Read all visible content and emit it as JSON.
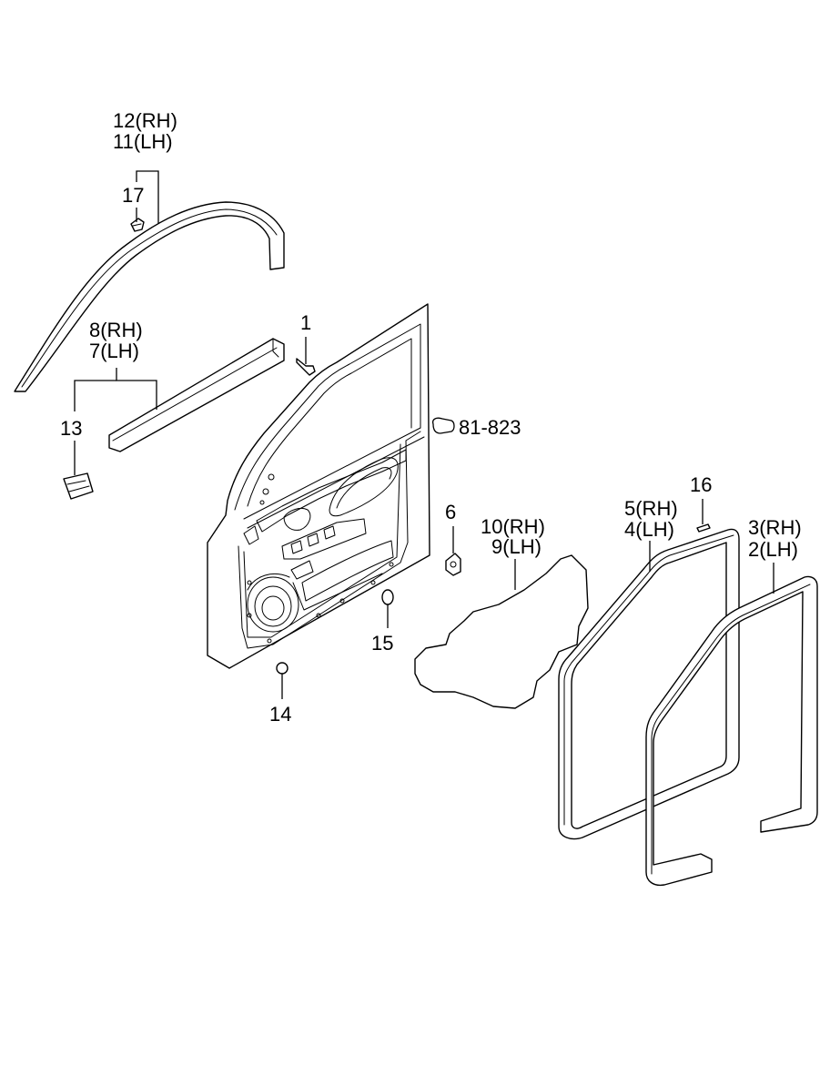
{
  "callouts": {
    "c1": "1",
    "c2": "2(LH)",
    "c3": "3(RH)",
    "c4": "4(LH)",
    "c5": "5(RH)",
    "c6": "6",
    "c7": "7(LH)",
    "c8": "8(RH)",
    "c9": "9(LH)",
    "c10": "10(RH)",
    "c11": "11(LH)",
    "c12": "12(RH)",
    "c13": "13",
    "c14": "14",
    "c15": "15",
    "c16": "16",
    "c17": "17",
    "ref": "81-823"
  }
}
